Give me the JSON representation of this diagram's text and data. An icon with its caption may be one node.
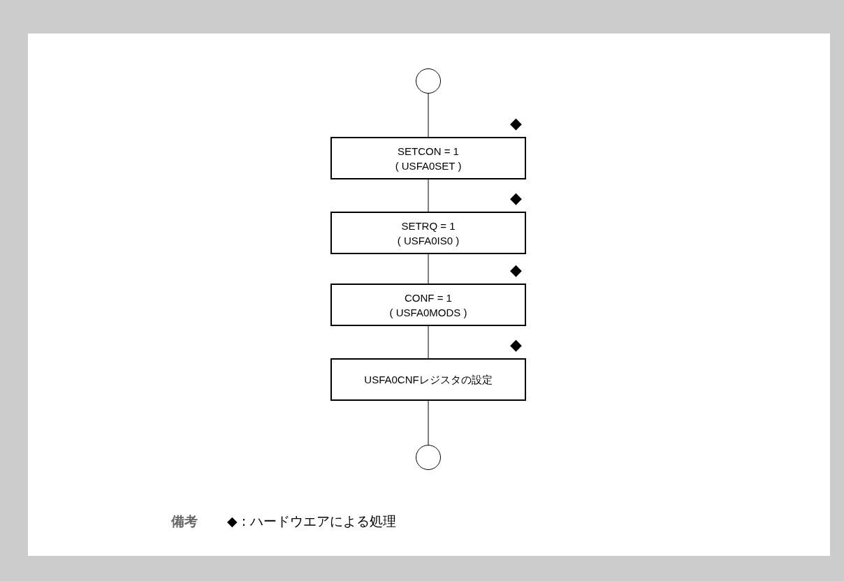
{
  "diagram": {
    "nodes": [
      {
        "text": [],
        "shape": "circle"
      },
      {
        "text": [
          "SETCON = 1",
          "( USFA0SET )"
        ],
        "beside": [
          "◆"
        ]
      },
      {
        "text": [
          "SETRQ = 1",
          "( USFA0IS0 )"
        ],
        "beside": [
          "◆"
        ]
      },
      {
        "text": [
          "CONF = 1",
          "( USFA0MODS )"
        ],
        "beside": [
          "◆"
        ]
      },
      {
        "text": [
          "USFA0CNFレジスタの設定"
        ],
        "beside": [
          "◆"
        ]
      },
      {
        "text": [],
        "shape": "circle"
      }
    ],
    "edges": [
      {
        "from": 0,
        "to": 1,
        "arrow": "none"
      },
      {
        "from": 1,
        "to": 2,
        "arrow": "none"
      },
      {
        "from": 2,
        "to": 3,
        "arrow": "none"
      },
      {
        "from": 3,
        "to": 4,
        "arrow": "none"
      },
      {
        "from": 4,
        "to": 5,
        "arrow": "none"
      }
    ],
    "labels": [
      "備考",
      "◆ : ハードウエアによる処理"
    ]
  }
}
